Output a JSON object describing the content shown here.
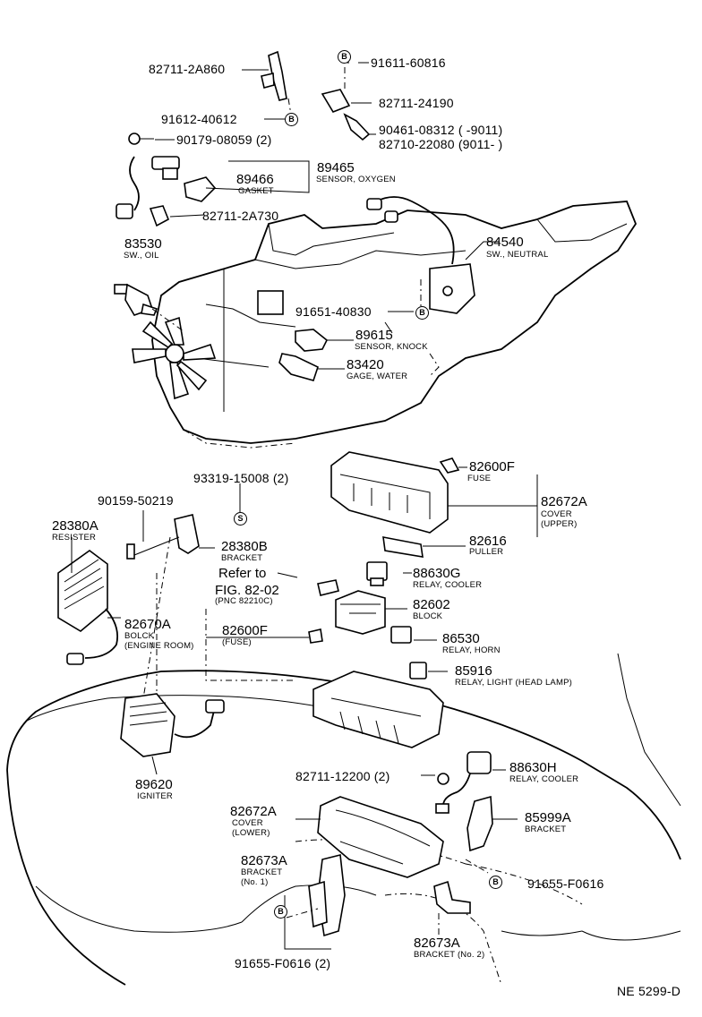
{
  "labels": {
    "p82711_2A860": "82711-2A860",
    "p91611_60816": "91611-60816",
    "p82711_24190": "82711-24190",
    "p91612_40612": "91612-40612",
    "p90461_08312": "90461-08312 (       -9011)",
    "p82710_22080": "82710-22080 (9011-        )",
    "p90179_08059": "90179-08059 (2)",
    "p89465": "89465",
    "p89465_sub": "SENSOR, OXYGEN",
    "p89466": "89466",
    "p89466_sub": "GASKET",
    "p82711_2A730": "82711-2A730",
    "p83530": "83530",
    "p83530_sub": "SW., OIL",
    "p84540": "84540",
    "p84540_sub": "SW., NEUTRAL",
    "p91651_40830": "91651-40830",
    "p89615": "89615",
    "p89615_sub": "SENSOR, KNOCK",
    "p83420": "83420",
    "p83420_sub": "GAGE, WATER",
    "p93319_15008": "93319-15008 (2)",
    "p82600F_top": "82600F",
    "p82600F_top_sub": "FUSE",
    "p82672A_up": "82672A",
    "p82672A_up_sub1": "COVER",
    "p82672A_up_sub2": "(UPPER)",
    "p90159_50219": "90159-50219",
    "p28380A": "28380A",
    "p28380A_sub": "RESISTER",
    "p28380B": "28380B",
    "p28380B_sub": "BRACKET",
    "p82616": "82616",
    "p82616_sub": "PULLER",
    "refer1": "Refer to",
    "refer2": "FIG. 82-02",
    "refer3": "(PNC 82210C)",
    "p88630G": "88630G",
    "p88630G_sub": "RELAY, COOLER",
    "p82602": "82602",
    "p82602_sub": "BLOCK",
    "p82670A": "82670A",
    "p82670A_sub1": "BOLCK",
    "p82670A_sub2": "(ENGINE ROOM)",
    "p82600F_mid": "82600F",
    "p82600F_mid_sub": "(FUSE)",
    "p86530": "86530",
    "p86530_sub": "RELAY, HORN",
    "p85916": "85916",
    "p85916_sub": "RELAY, LIGHT (HEAD LAMP)",
    "p82711_12200": "82711-12200 (2)",
    "p88630H": "88630H",
    "p88630H_sub": "RELAY, COOLER",
    "p89620": "89620",
    "p89620_sub": "IGNITER",
    "p82672A_low": "82672A",
    "p82672A_low_sub1": "COVER",
    "p82672A_low_sub2": "(LOWER)",
    "p85999A": "85999A",
    "p85999A_sub": "BRACKET",
    "p82673A_1": "82673A",
    "p82673A_1_sub1": "BRACKET",
    "p82673A_1_sub2": "(No. 1)",
    "p91655_F0616_r": "91655-F0616",
    "p91655_F0616_l": "91655-F0616 (2)",
    "p82673A_2": "82673A",
    "p82673A_2_sub": "BRACKET (No. 2)",
    "ref_code": "NE 5299-D"
  },
  "markers": {
    "b": "B",
    "s": "S"
  }
}
